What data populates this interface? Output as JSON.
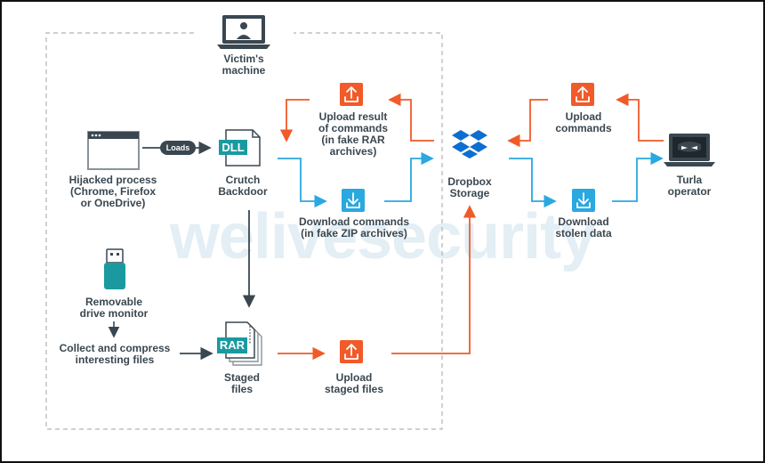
{
  "watermark": "welivesecurity",
  "victim": {
    "title": "Victim's\nmachine"
  },
  "nodes": {
    "hijacked_process": "Hijacked process\n(Chrome, Firefox\nor OneDrive)",
    "loads_tag": "Loads",
    "dll_tag": "DLL",
    "crutch": "Crutch\nBackdoor",
    "removable": "Removable\ndrive monitor",
    "collect": "Collect and compress\ninteresting files",
    "rar_tag": "RAR",
    "staged": "Staged\nfiles",
    "upload_staged": "Upload\nstaged files",
    "upload_result": "Upload result\nof commands\n(in fake RAR\narchives)",
    "download_commands": "Download commands\n(in fake ZIP archives)",
    "dropbox": "Dropbox\nStorage",
    "upload_commands": "Upload\ncommands",
    "download_stolen": "Download\nstolen data",
    "turla": "Turla\noperator"
  },
  "colors": {
    "orange": "#f15a29",
    "blue": "#2aa8e0",
    "teal": "#1a9aa0",
    "dark": "#3a4750",
    "dropbox": "#0d6ed1",
    "dash": "#b4b4b4"
  }
}
